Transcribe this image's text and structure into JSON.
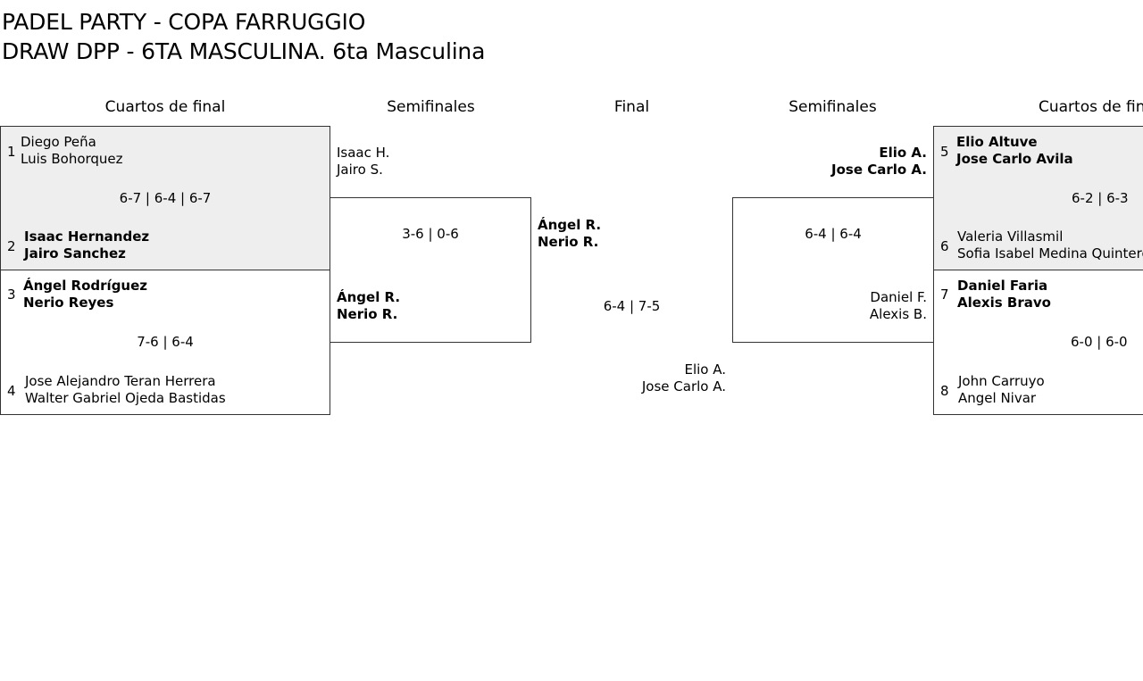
{
  "header": {
    "line1": "PADEL PARTY - COPA FARRUGGIO",
    "line2": "DRAW DPP - 6TA MASCULINA. 6ta Masculina"
  },
  "rounds": {
    "qf_left": "Cuartos de final",
    "sf_left": "Semifinales",
    "final": "Final",
    "sf_right": "Semifinales",
    "qf_right": "Cuartos de fin"
  },
  "qf1": {
    "seed_a": "1",
    "a1": "Diego Peña",
    "a2": "Luis Bohorquez",
    "score": "6-7 | 6-4 | 6-7",
    "seed_b": "2",
    "b1": "Isaac Hernandez",
    "b2": "Jairo Sanchez"
  },
  "qf2": {
    "seed_a": "3",
    "a1": "Ángel Rodríguez",
    "a2": "Nerio Reyes",
    "score": "7-6 | 6-4",
    "seed_b": "4",
    "b1": "Jose Alejandro Teran Herrera",
    "b2": "Walter Gabriel Ojeda Bastidas"
  },
  "qf3": {
    "seed_a": "5",
    "a1": "Elio Altuve",
    "a2": "Jose Carlo Avila",
    "score": "6-2 | 6-3",
    "seed_b": "6",
    "b1": "Valeria Villasmil",
    "b2": "Sofia Isabel Medina Quintero"
  },
  "qf4": {
    "seed_a": "7",
    "a1": "Daniel Faria",
    "a2": "Alexis Bravo",
    "score": "6-0 | 6-0",
    "seed_b": "8",
    "b1": "John Carruyo",
    "b2": "Angel Nivar"
  },
  "sf_left": {
    "a1": "Isaac H.",
    "a2": "Jairo S.",
    "score": "3-6 | 0-6",
    "b1": "Ángel R.",
    "b2": "Nerio R."
  },
  "sf_right": {
    "a1": "Elio A.",
    "a2": "Jose Carlo A.",
    "score": "6-4 | 6-4",
    "b1": "Daniel F.",
    "b2": "Alexis B."
  },
  "final": {
    "a1": "Ángel R.",
    "a2": "Nerio R.",
    "score": "6-4 | 7-5",
    "b1": "Elio A.",
    "b2": "Jose Carlo A."
  }
}
